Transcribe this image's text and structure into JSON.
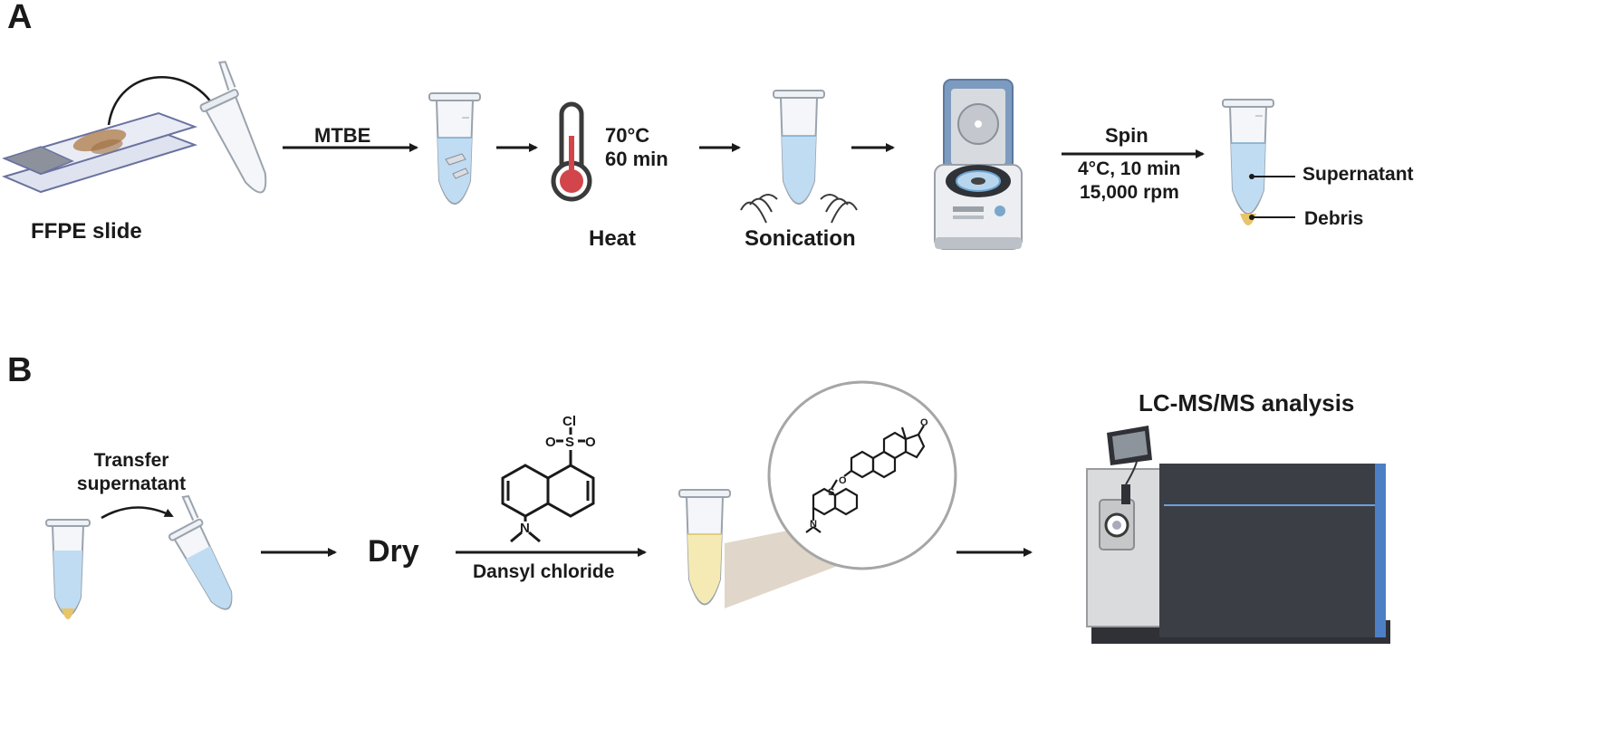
{
  "panel_a": {
    "letter": "A",
    "ffpe_label": "FFPE slide",
    "mtbe_label": "MTBE",
    "heat_conditions_line1": "70°C",
    "heat_conditions_line2": "60 min",
    "heat_label": "Heat",
    "sonication_label": "Sonication",
    "spin_label": "Spin",
    "spin_conditions_line1": "4°C, 10 min",
    "spin_conditions_line2": "15,000 rpm",
    "supernatant_label": "Supernatant",
    "debris_label": "Debris"
  },
  "panel_b": {
    "letter": "B",
    "transfer_line1": "Transfer",
    "transfer_line2": "supernatant",
    "dry_label": "Dry",
    "reagent_label": "Dansyl chloride",
    "analysis_label": "LC-MS/MS analysis",
    "atom_cl": "Cl",
    "atom_s": "S",
    "atom_o": "O",
    "atom_n": "N"
  },
  "colors": {
    "liquid_blue": "#bfdcf2",
    "debris_yellow": "#e8c46a",
    "dansyl_yellow": "#f6eab4",
    "tissue_brown": "#b5875a",
    "thermometer_red": "#d2454b",
    "centrifuge_lid": "#7c9bbf",
    "ms_dark": "#3b3e44",
    "ms_stripe": "#4c7fc5"
  }
}
